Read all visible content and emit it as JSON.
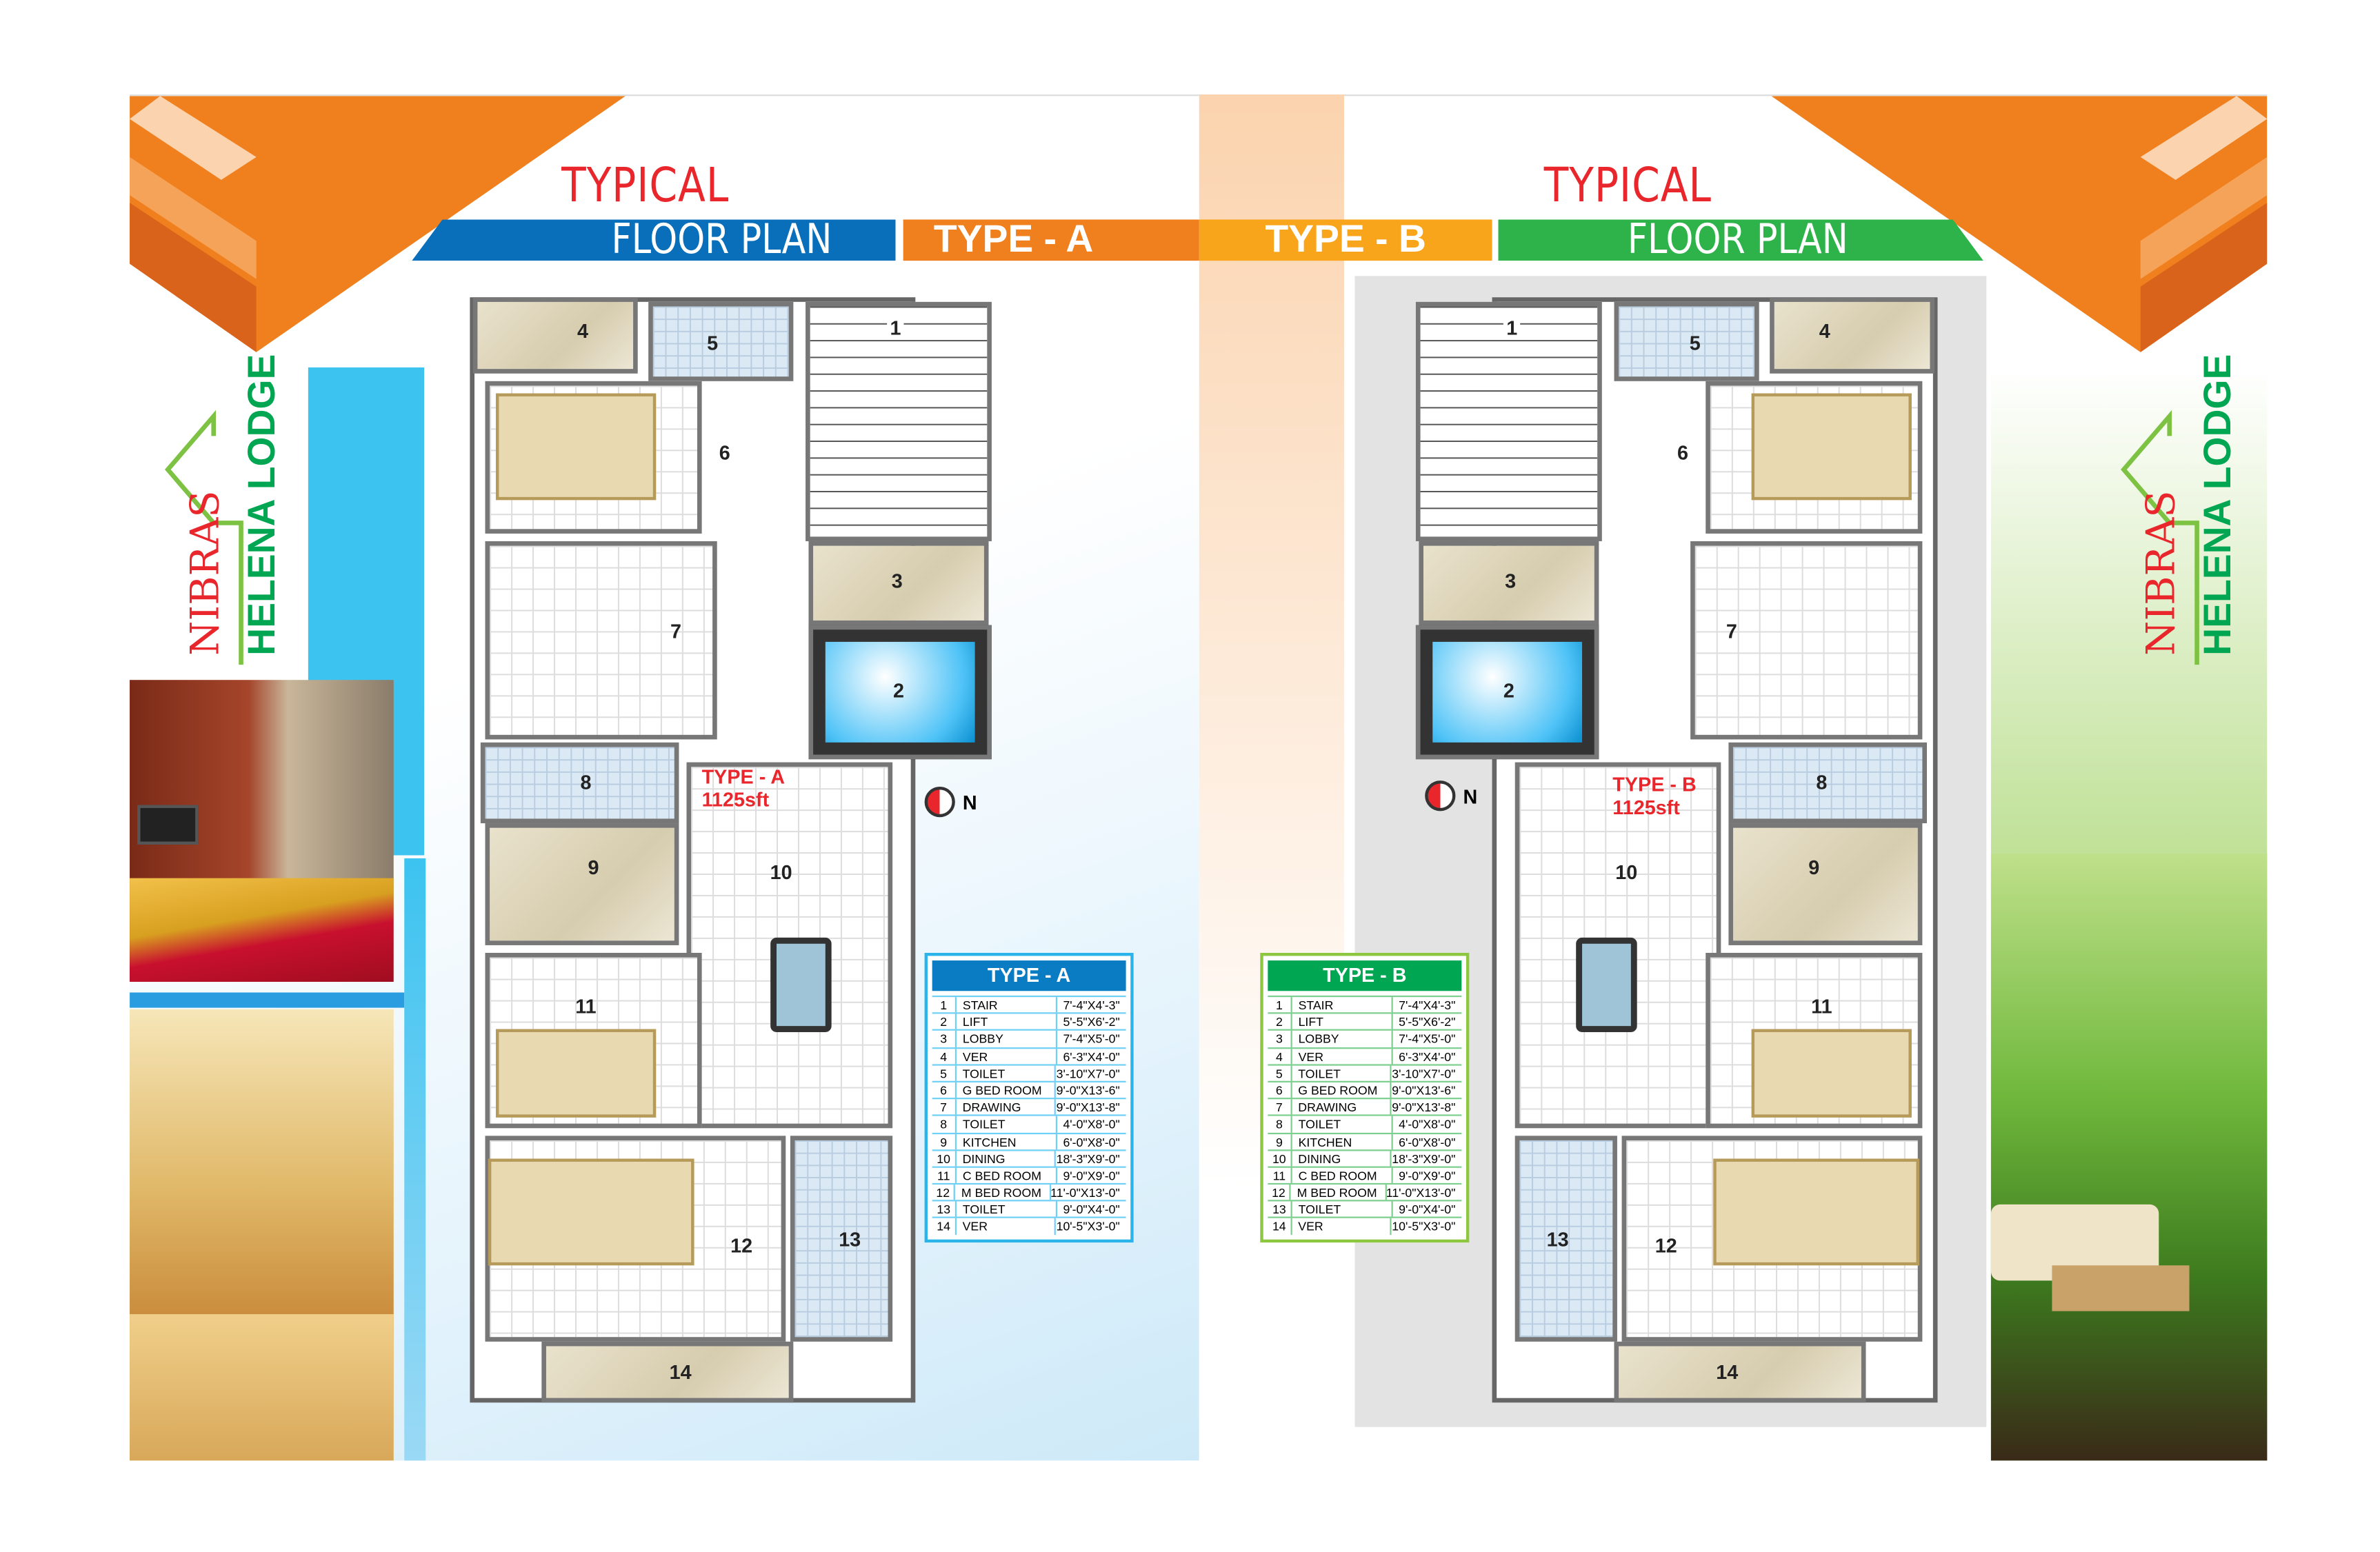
{
  "brand": {
    "logo_text_1": "NIBRAS",
    "logo_text_2": "HELENA LODGE"
  },
  "header_left": {
    "typical": "TYPICAL",
    "floor_plan": "FLOOR PLAN",
    "type": "TYPE - A"
  },
  "header_right": {
    "typical": "TYPICAL",
    "floor_plan": "FLOOR PLAN",
    "type": "TYPE - B"
  },
  "plan_a": {
    "type_label": "TYPE - A",
    "area": "1125sft",
    "north": "N"
  },
  "plan_b": {
    "type_label": "TYPE - B",
    "area": "1125sft",
    "north": "N"
  },
  "room_numbers": [
    "1",
    "2",
    "3",
    "4",
    "5",
    "6",
    "7",
    "8",
    "9",
    "10",
    "11",
    "12",
    "13",
    "14"
  ],
  "colors": {
    "orange": "#f0801e",
    "blue": "#0a6fba",
    "green": "#2db34a",
    "red": "#e8262b",
    "cyan": "#3cc3f0"
  },
  "table_a": {
    "title": "TYPE - A",
    "rows": [
      [
        "1",
        "STAIR",
        "7'-4\"X4'-3\""
      ],
      [
        "2",
        "LIFT",
        "5'-5\"X6'-2\""
      ],
      [
        "3",
        "LOBBY",
        "7'-4\"X5'-0\""
      ],
      [
        "4",
        "VER",
        "6'-3\"X4'-0\""
      ],
      [
        "5",
        "TOILET",
        "3'-10\"X7'-0\""
      ],
      [
        "6",
        "G BED ROOM",
        "9'-0\"X13'-6\""
      ],
      [
        "7",
        "DRAWING",
        "9'-0\"X13'-8\""
      ],
      [
        "8",
        "TOILET",
        "4'-0\"X8'-0\""
      ],
      [
        "9",
        "KITCHEN",
        "6'-0\"X8'-0\""
      ],
      [
        "10",
        "DINING",
        "18'-3\"X9'-0\""
      ],
      [
        "11",
        "C BED ROOM",
        "9'-0\"X9'-0\""
      ],
      [
        "12",
        "M BED ROOM",
        "11'-0\"X13'-0\""
      ],
      [
        "13",
        "TOILET",
        "9'-0\"X4'-0\""
      ],
      [
        "14",
        "VER",
        "10'-5\"X3'-0\""
      ]
    ]
  },
  "table_b": {
    "title": "TYPE - B",
    "rows": [
      [
        "1",
        "STAIR",
        "7'-4\"X4'-3\""
      ],
      [
        "2",
        "LIFT",
        "5'-5\"X6'-2\""
      ],
      [
        "3",
        "LOBBY",
        "7'-4\"X5'-0\""
      ],
      [
        "4",
        "VER",
        "6'-3\"X4'-0\""
      ],
      [
        "5",
        "TOILET",
        "3'-10\"X7'-0\""
      ],
      [
        "6",
        "G BED ROOM",
        "9'-0\"X13'-6\""
      ],
      [
        "7",
        "DRAWING",
        "9'-0\"X13'-8\""
      ],
      [
        "8",
        "TOILET",
        "4'-0\"X8'-0\""
      ],
      [
        "9",
        "KITCHEN",
        "6'-0\"X8'-0\""
      ],
      [
        "10",
        "DINING",
        "18'-3\"X9'-0\""
      ],
      [
        "11",
        "C BED ROOM",
        "9'-0\"X9'-0\""
      ],
      [
        "12",
        "M BED ROOM",
        "11'-0\"X13'-0\""
      ],
      [
        "13",
        "TOILET",
        "9'-0\"X4'-0\""
      ],
      [
        "14",
        "VER",
        "10'-5\"X3'-0\""
      ]
    ]
  }
}
